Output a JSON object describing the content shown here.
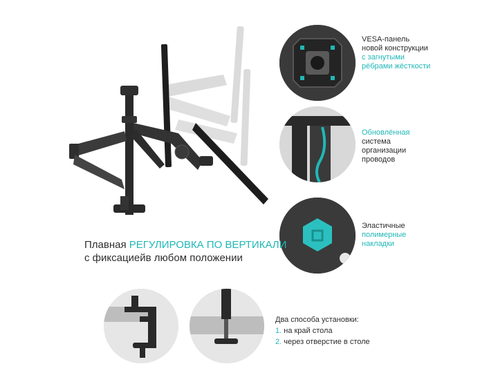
{
  "colors": {
    "accent": "#21b7b7",
    "text": "#2b2b2b",
    "dark": "#2a2a2a"
  },
  "features": [
    {
      "line1": "VESA-панель",
      "line2": "новой конструкции",
      "accent1": "с загнутыми",
      "accent2": "рёбрами жёсткости",
      "icon": "vesa-plate-icon"
    },
    {
      "accent1": "Обновлённая",
      "line1": "система",
      "line2": "организации",
      "line3": "проводов",
      "icon": "cable-management-icon"
    },
    {
      "line1": "Эластичные",
      "accent1": "полимерные",
      "accent2": "накладки",
      "icon": "polymer-pad-icon"
    }
  ],
  "headline": {
    "prefix": "Плавная ",
    "accent": "РЕГУЛИРОВКА ПО ВЕРТИКАЛИ",
    "line2": "с фиксациейв любом положении"
  },
  "install": {
    "title": "Два способа установки:",
    "options": [
      {
        "num": "1.",
        "label": "на край стола"
      },
      {
        "num": "2.",
        "label": "через отверстие в столе"
      }
    ]
  }
}
